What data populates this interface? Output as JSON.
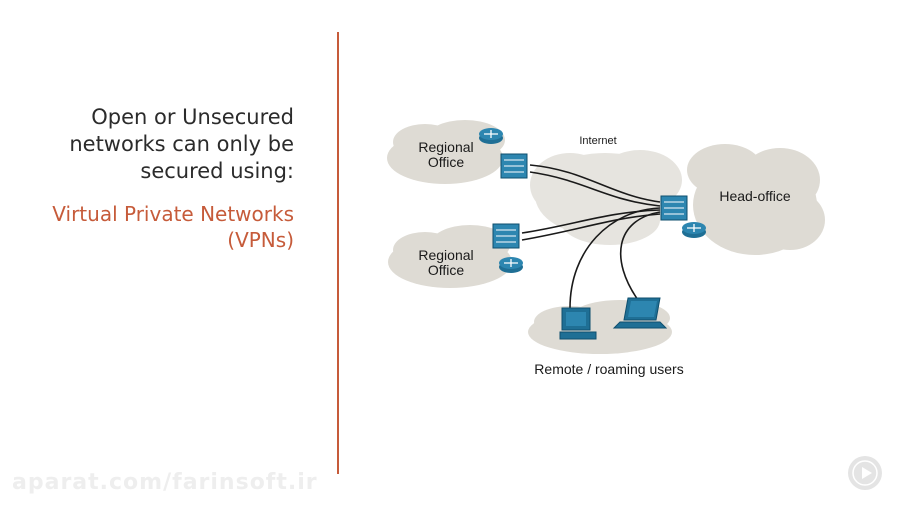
{
  "slide": {
    "heading_lines": [
      "Open or Unsecured",
      "networks can only be",
      "secured using:"
    ],
    "highlight_lines": [
      "Virtual Private Networks",
      "(VPNs)"
    ]
  },
  "diagram": {
    "labels": {
      "internet": "Internet",
      "regional_office_top": [
        "Regional",
        "Office"
      ],
      "regional_office_bottom": [
        "Regional",
        "Office"
      ],
      "head_office": "Head-office",
      "remote_users": "Remote / roaming users"
    }
  },
  "watermark": "aparat.com/farinsoft.ir",
  "colors": {
    "accent": "#c65b3a",
    "device": "#1f6f95",
    "cloud": "#dedbd4",
    "text": "#2b2b2b"
  },
  "icons": [
    "router-icon",
    "firewall-icon",
    "desktop-computer-icon",
    "laptop-icon",
    "play-icon"
  ]
}
